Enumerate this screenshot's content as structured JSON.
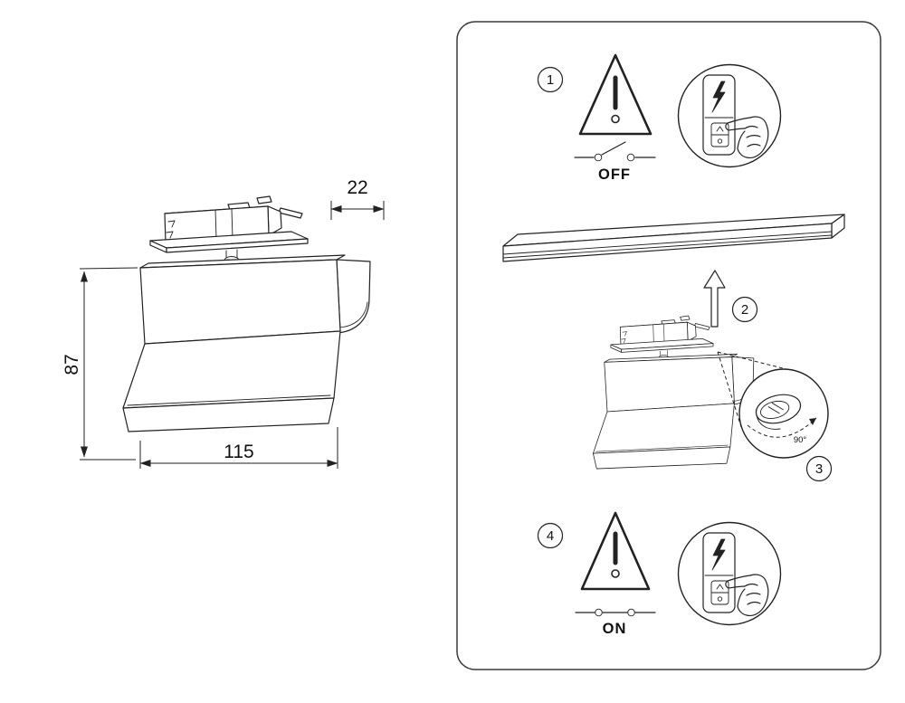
{
  "drawing": {
    "dim_depth_mm": "22",
    "dim_height_mm": "87",
    "dim_width_mm": "115"
  },
  "panel": {
    "steps": [
      {
        "number": "1",
        "caption": "OFF"
      },
      {
        "number": "2",
        "caption": ""
      },
      {
        "number": "3",
        "caption": "90°"
      },
      {
        "number": "4",
        "caption": "ON"
      }
    ]
  }
}
